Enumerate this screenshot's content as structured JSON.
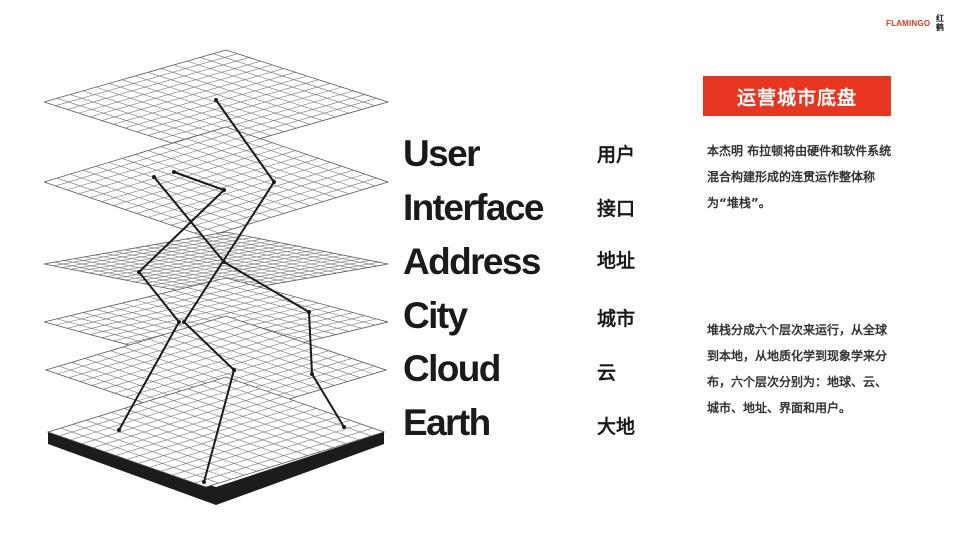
{
  "brand": {
    "name_en": "FLAMINGO",
    "name_zh": "红鹤",
    "accent_color": "#e8351f"
  },
  "title_banner": "运营城市底盘",
  "layers": [
    {
      "en": "User",
      "zh": "用户"
    },
    {
      "en": "Interface",
      "zh": "接口"
    },
    {
      "en": "Address",
      "zh": "地址"
    },
    {
      "en": "City",
      "zh": "城市"
    },
    {
      "en": "Cloud",
      "zh": "云"
    },
    {
      "en": "Earth",
      "zh": "大地"
    }
  ],
  "paragraphs": [
    "本杰明 布拉顿将由硬件和软件系统混合构建形成的连贯运作整体称为“堆栈”。",
    "堆栈分成六个层次来运行，从全球到本地，从地质化学到现象学来分布，六个层次分别为：地球、云、城市、地址、界面和用户。"
  ]
}
